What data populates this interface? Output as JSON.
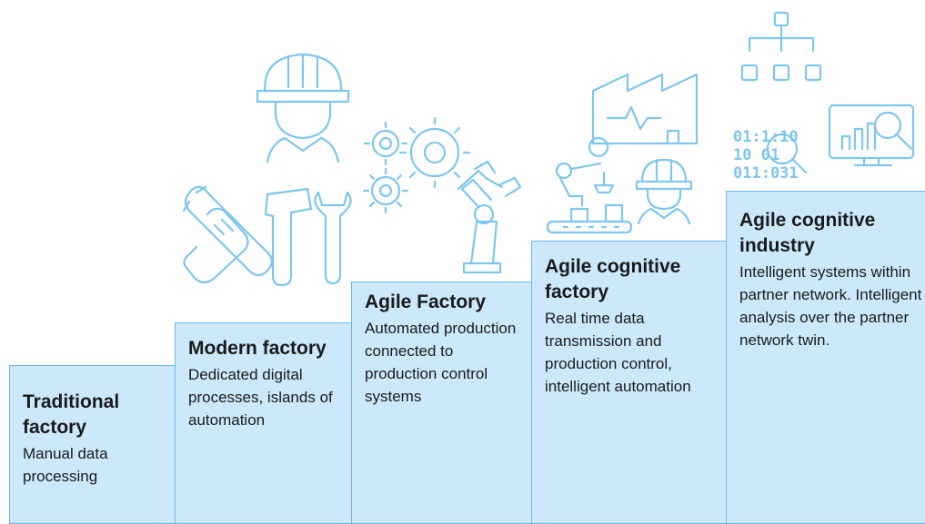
{
  "steps": [
    {
      "title": "Traditional factory",
      "description": "Manual data processing"
    },
    {
      "title": "Modern factory",
      "description": "Dedicated digital processes, islands of automation"
    },
    {
      "title": "Agile Factory",
      "description": "Automated production connected to production control systems"
    },
    {
      "title": "Agile cognitive factory",
      "description": "Real time data transmission and production control, intelligent automation"
    },
    {
      "title": "Agile cognitive industry",
      "description": "Intelligent systems within partner network. Intelligent analysis over the partner network twin."
    }
  ],
  "colors": {
    "step_fill": "#cce9fb",
    "step_border": "#6cb7e6",
    "icon_stroke": "#7ec6ec"
  },
  "icons": [
    "worker-icon",
    "tools-icon",
    "gears-icon",
    "robot-arm-icon",
    "factory-monitor-icon",
    "assembly-line-icon",
    "engineer-icon",
    "hierarchy-icon",
    "binary-search-icon",
    "analytics-monitor-icon"
  ],
  "binary_text": {
    "line1": "01:1:10",
    "line2": "10  01",
    "line3": "011:031"
  }
}
